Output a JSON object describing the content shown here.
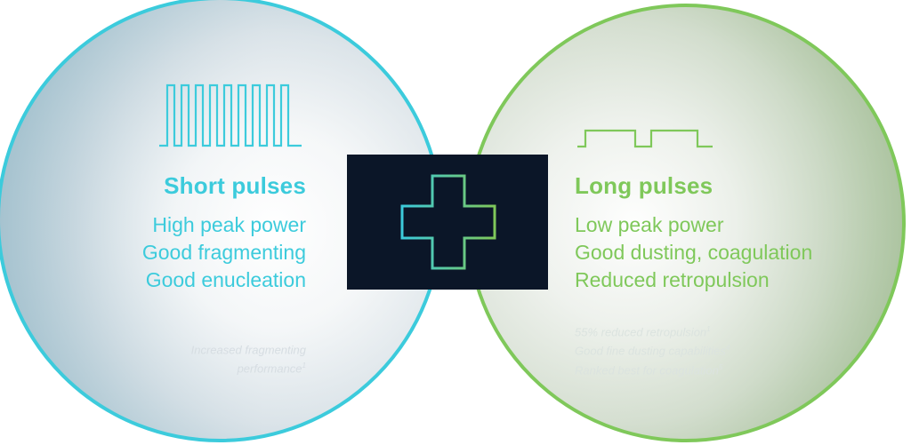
{
  "colors": {
    "short_accent": "#3ccbdc",
    "long_accent": "#7fc85a",
    "center_box": "#0b1628"
  },
  "short": {
    "icon": "short-pulse-train-icon",
    "heading": "Short pulses",
    "features": [
      "High peak power",
      "Good fragmenting",
      "Good enucleation"
    ],
    "notes": [
      {
        "text": "Increased fragmenting",
        "sup": ""
      },
      {
        "text": "performance",
        "sup": "1"
      }
    ]
  },
  "center": {
    "icon": "plus-icon"
  },
  "long": {
    "icon": "long-pulse-train-icon",
    "heading": "Long pulses",
    "features": [
      "Low peak power",
      "Good dusting, coagulation",
      "Reduced retropulsion"
    ],
    "notes": [
      {
        "text": "55% reduced retropulsion",
        "sup": "1"
      },
      {
        "text": "Good fine dusting capabilities",
        "sup": "4"
      },
      {
        "text": "Ranked best for coagulation",
        "sup": "5"
      }
    ]
  }
}
